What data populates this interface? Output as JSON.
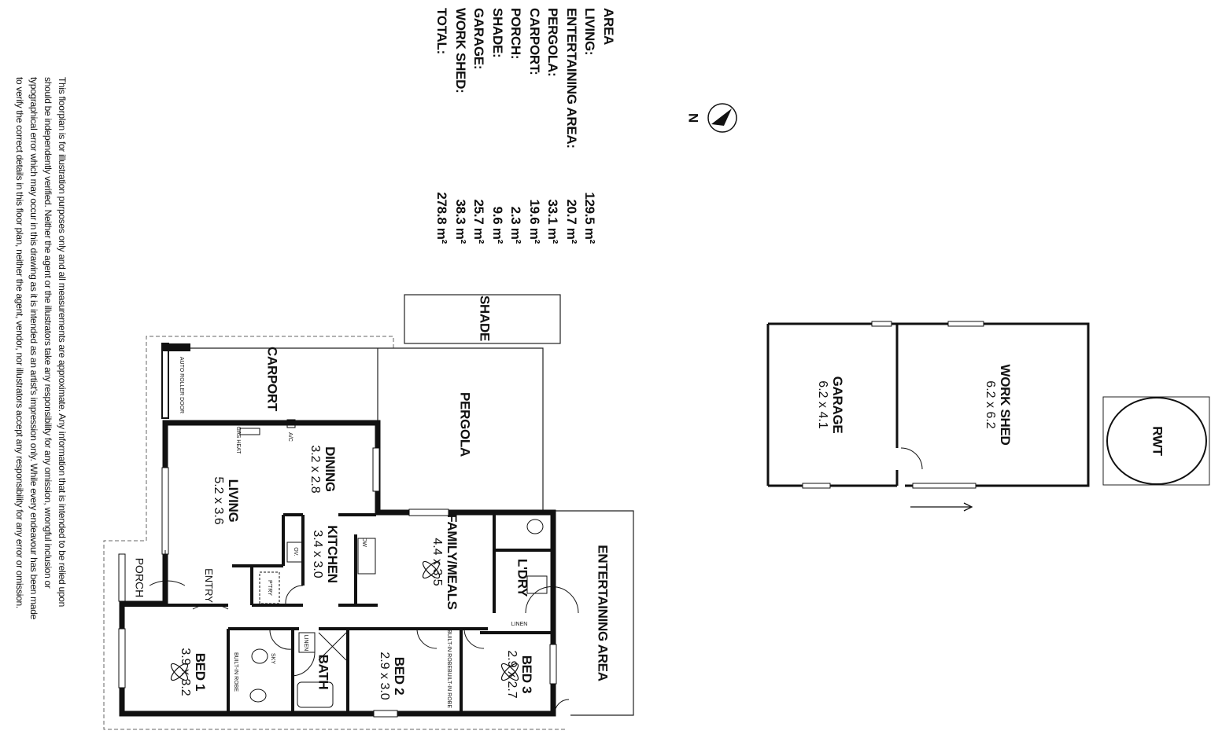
{
  "area_table": {
    "heading": "AREA",
    "rows": [
      {
        "label": "LIVING:",
        "value": "129.5 m²"
      },
      {
        "label": "ENTERTAINING AREA:",
        "value": "20.7 m²"
      },
      {
        "label": "PERGOLA:",
        "value": "33.1 m²"
      },
      {
        "label": "CARPORT:",
        "value": "19.6 m²"
      },
      {
        "label": "PORCH:",
        "value": "2.3 m²"
      },
      {
        "label": "SHADE:",
        "value": "9.6 m²"
      },
      {
        "label": "GARAGE:",
        "value": "25.7 m²"
      },
      {
        "label": "WORK SHED:",
        "value": "38.3 m²"
      },
      {
        "label": "TOTAL:",
        "value": "278.8 m²"
      }
    ]
  },
  "north_label": "N",
  "disclaimer": [
    "This floorplan is for illustration purposes only and all measurements are approximate. Any information that is intended to be relied upon",
    "should be independently verified. Neither the agent or the illustrators take any responsibility for any omission, wrongful inclusion or",
    "typographical error which may occur in this drawing as it is intended as an artist's impression only. While every endeavour has been made",
    "to verify the correct details in this floor plan, neither the agent, vendor, nor illustrators accept any responsibility for any error or omission."
  ],
  "rooms": {
    "carport": {
      "name": "CARPORT"
    },
    "roller_door": {
      "name": "AUTO ROLLER DOOR"
    },
    "shade": {
      "name": "SHADE"
    },
    "pergola": {
      "name": "PERGOLA"
    },
    "dining": {
      "name": "DINING",
      "dim": "3.2 x 2.8"
    },
    "living": {
      "name": "LIVING",
      "dim": "5.2 x 3.6"
    },
    "kitchen": {
      "name": "KITCHEN",
      "dim": "3.4 x 3.0"
    },
    "family": {
      "name": "FAMILY/MEALS",
      "dim": "4.4 x 3.5"
    },
    "laundry": {
      "name": "L'DRY"
    },
    "entertaining": {
      "name": "ENTERTAINING AREA"
    },
    "entry": {
      "name": "ENTRY"
    },
    "porch": {
      "name": "PORCH"
    },
    "bed1": {
      "name": "BED 1",
      "dim": "3.9 x 3.2"
    },
    "bath": {
      "name": "BATH"
    },
    "bed2": {
      "name": "BED 2",
      "dim": "2.9 x 3.0"
    },
    "bed3": {
      "name": "BED 3",
      "dim": "2.9 x 2.7"
    },
    "garage": {
      "name": "GARAGE",
      "dim": "6.2 x 4.1"
    },
    "workshed": {
      "name": "WORK SHED",
      "dim": "6.2 x 6.2"
    },
    "rwt": {
      "name": "RWT"
    }
  },
  "fixtures": {
    "gas_heat": "GAS HEAT",
    "ac": "A/C",
    "dw": "DW",
    "oven": "OV.",
    "pantry": "P'TRY",
    "linen1": "LINEN",
    "sky": "SKY",
    "robe1": "BUILT-IN ROBE",
    "robe2": "BUILT-IN ROBE",
    "robe3": "BUILT-IN ROBE",
    "linen2": "LINEN"
  }
}
